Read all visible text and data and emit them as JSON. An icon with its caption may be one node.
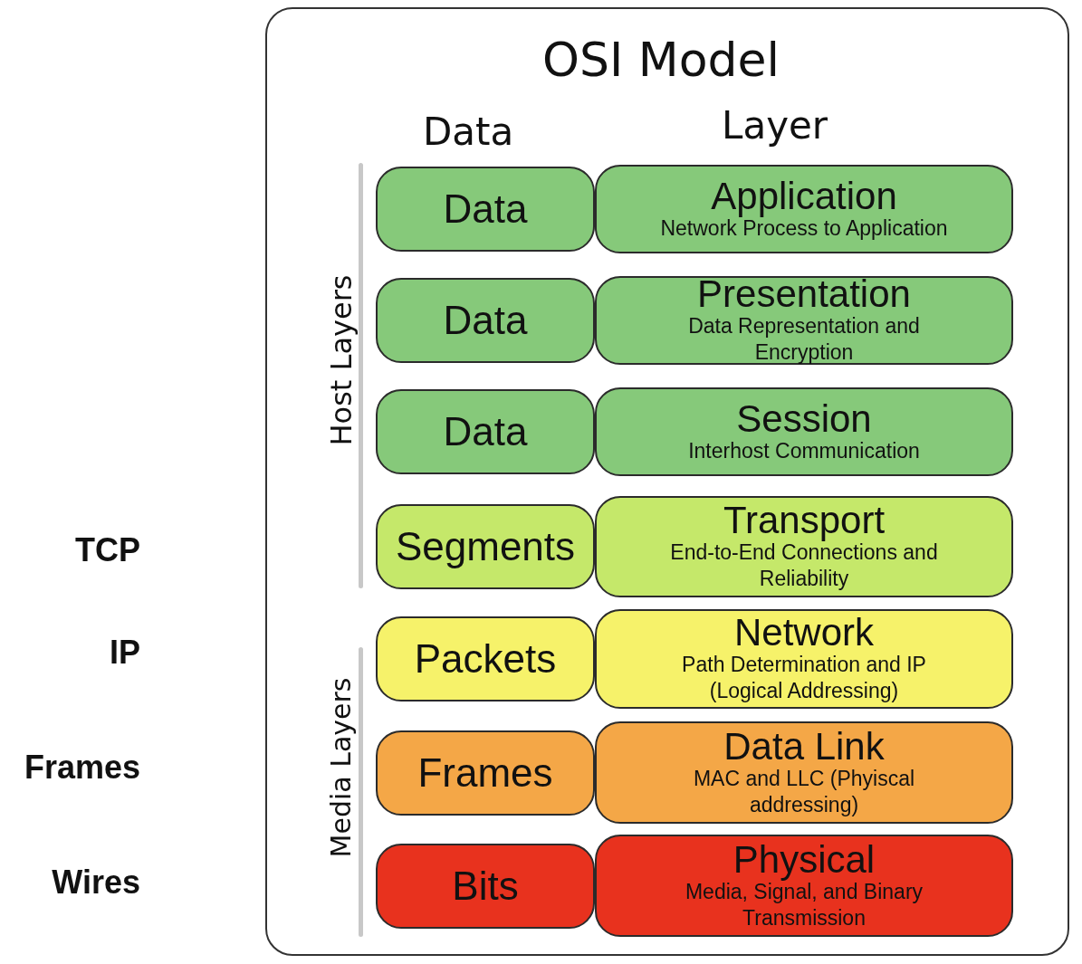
{
  "diagram": {
    "title": "OSI Model",
    "nodes": [
      {
        "text": [
          "Data"
        ]
      },
      {
        "text": [
          "Application",
          "Network Process to Application"
        ]
      },
      {
        "text": [
          "Data"
        ]
      },
      {
        "text": [
          "Presentation",
          "Data Representation and Encryption"
        ]
      },
      {
        "text": [
          "Data"
        ]
      },
      {
        "text": [
          "Session",
          "Interhost Communication"
        ]
      },
      {
        "text": [
          "Segments"
        ]
      },
      {
        "text": [
          "Transport",
          "End-to-End Connections and Reliability"
        ]
      },
      {
        "text": [
          "Packets"
        ]
      },
      {
        "text": [
          "Network",
          "Path Determination and IP (Logical Addressing)"
        ]
      },
      {
        "text": [
          "Frames"
        ]
      },
      {
        "text": [
          "Data Link",
          "MAC and LLC (Phyiscal addressing)"
        ]
      },
      {
        "text": [
          "Bits"
        ]
      },
      {
        "text": [
          "Physical",
          "Media, Signal, and Binary Transmission"
        ]
      }
    ],
    "labels": [
      "Data",
      "Layer",
      "Host Layers",
      "Media Layers",
      "TCP",
      "IP",
      "Frames",
      "Wires"
    ]
  }
}
